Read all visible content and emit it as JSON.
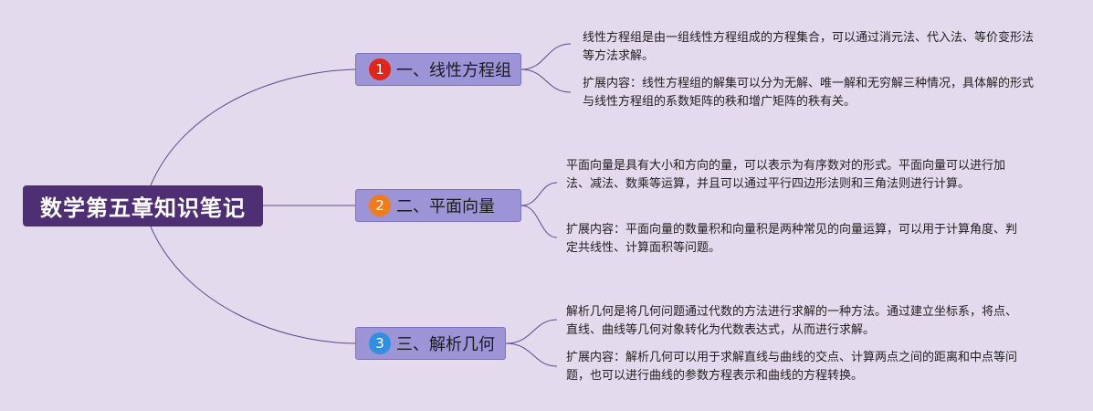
{
  "root": {
    "label": "数学第五章知识笔记"
  },
  "branches": [
    {
      "number": "1",
      "label": "一、线性方程组",
      "badge_color": "#e0261b",
      "leaves": [
        "线性方程组是由一组线性方程组成的方程集合，可以通过消元法、代入法、等价变形法等方法求解。",
        "扩展内容：线性方程组的解集可以分为无解、唯一解和无穷解三种情况，具体解的形式与线性方程组的系数矩阵的秩和增广矩阵的秩有关。"
      ]
    },
    {
      "number": "2",
      "label": "二、平面向量",
      "badge_color": "#f07c1c",
      "leaves": [
        "平面向量是具有大小和方向的量，可以表示为有序数对的形式。平面向量可以进行加法、减法、数乘等运算，并且可以通过平行四边形法则和三角法则进行计算。",
        "扩展内容：平面向量的数量积和向量积是两种常见的向量运算，可以用于计算角度、判定共线性、计算面积等问题。"
      ]
    },
    {
      "number": "3",
      "label": "三、解析几何",
      "badge_color": "#2f8fe0",
      "leaves": [
        "解析几何是将几何问题通过代数的方法进行求解的一种方法。通过建立坐标系，将点、直线、曲线等几何对象转化为代数表达式，从而进行求解。",
        "扩展内容：解析几何可以用于求解直线与曲线的交点、计算两点之间的距离和中点等问题，也可以进行曲线的参数方程表示和曲线的方程转换。"
      ]
    }
  ],
  "colors": {
    "background": "#e3daee",
    "root_fill": "#4f2f74",
    "branch_fill": "#9d94d8",
    "connector": "#5a4a8a"
  }
}
